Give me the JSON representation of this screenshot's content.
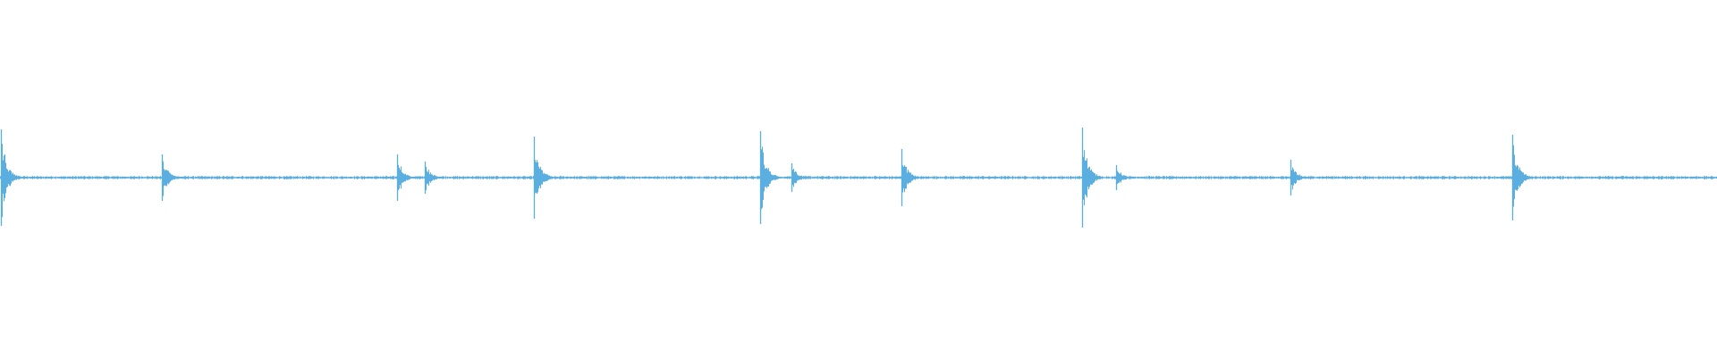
{
  "waveform": {
    "color": "#5aaee0",
    "background": "#ffffff",
    "baseline_amplitude": 0.01,
    "transients": [
      {
        "position": 0.0005,
        "amplitude": 0.27
      },
      {
        "position": 0.0945,
        "amplitude": 0.13
      },
      {
        "position": 0.2315,
        "amplitude": 0.13
      },
      {
        "position": 0.2475,
        "amplitude": 0.09
      },
      {
        "position": 0.311,
        "amplitude": 0.23
      },
      {
        "position": 0.4428,
        "amplitude": 0.26
      },
      {
        "position": 0.461,
        "amplitude": 0.08
      },
      {
        "position": 0.525,
        "amplitude": 0.16
      },
      {
        "position": 0.6302,
        "amplitude": 0.28
      },
      {
        "position": 0.65,
        "amplitude": 0.07
      },
      {
        "position": 0.7518,
        "amplitude": 0.1
      },
      {
        "position": 0.8805,
        "amplitude": 0.24
      }
    ]
  }
}
